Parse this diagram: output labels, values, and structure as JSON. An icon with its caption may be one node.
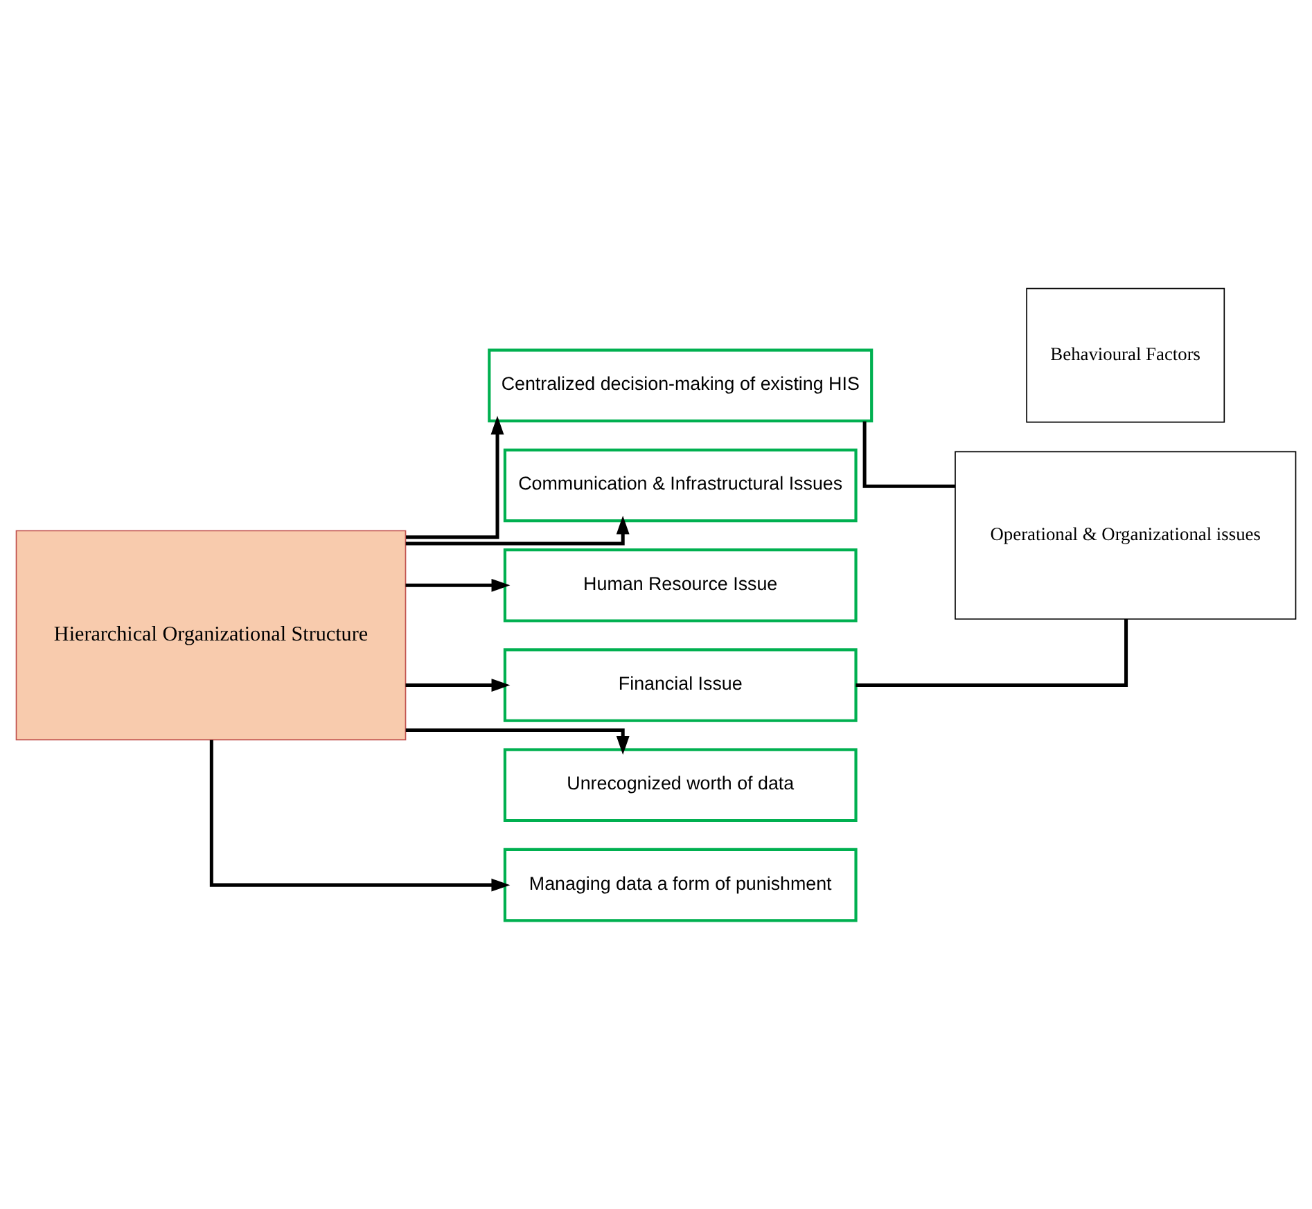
{
  "diagram": {
    "nodes": [
      {
        "text": [
          "Hierarchical Organizational Structure"
        ]
      },
      {
        "text": [
          "Centralized decision-making of existing HIS"
        ]
      },
      {
        "text": [
          "Communication & Infrastructural Issues"
        ]
      },
      {
        "text": [
          "Human Resource Issue"
        ]
      },
      {
        "text": [
          "Financial Issue"
        ]
      },
      {
        "text": [
          "Unrecognized worth of data"
        ]
      },
      {
        "text": [
          "Managing data a form of punishment"
        ]
      },
      {
        "text": [
          "Operational & Organizational issues"
        ]
      },
      {
        "text": [
          "Behavioural Factors"
        ]
      }
    ],
    "edges": [
      {
        "from": 0,
        "to": 1,
        "arrow": "to"
      },
      {
        "from": 0,
        "to": 2,
        "arrow": "to"
      },
      {
        "from": 0,
        "to": 3,
        "arrow": "to"
      },
      {
        "from": 0,
        "to": 4,
        "arrow": "to"
      },
      {
        "from": 0,
        "to": 5,
        "arrow": "to"
      },
      {
        "from": 0,
        "to": 6,
        "arrow": "to"
      },
      {
        "from": 1,
        "to": 7,
        "arrow": "none"
      },
      {
        "from": 4,
        "to": 7,
        "arrow": "none"
      }
    ]
  }
}
